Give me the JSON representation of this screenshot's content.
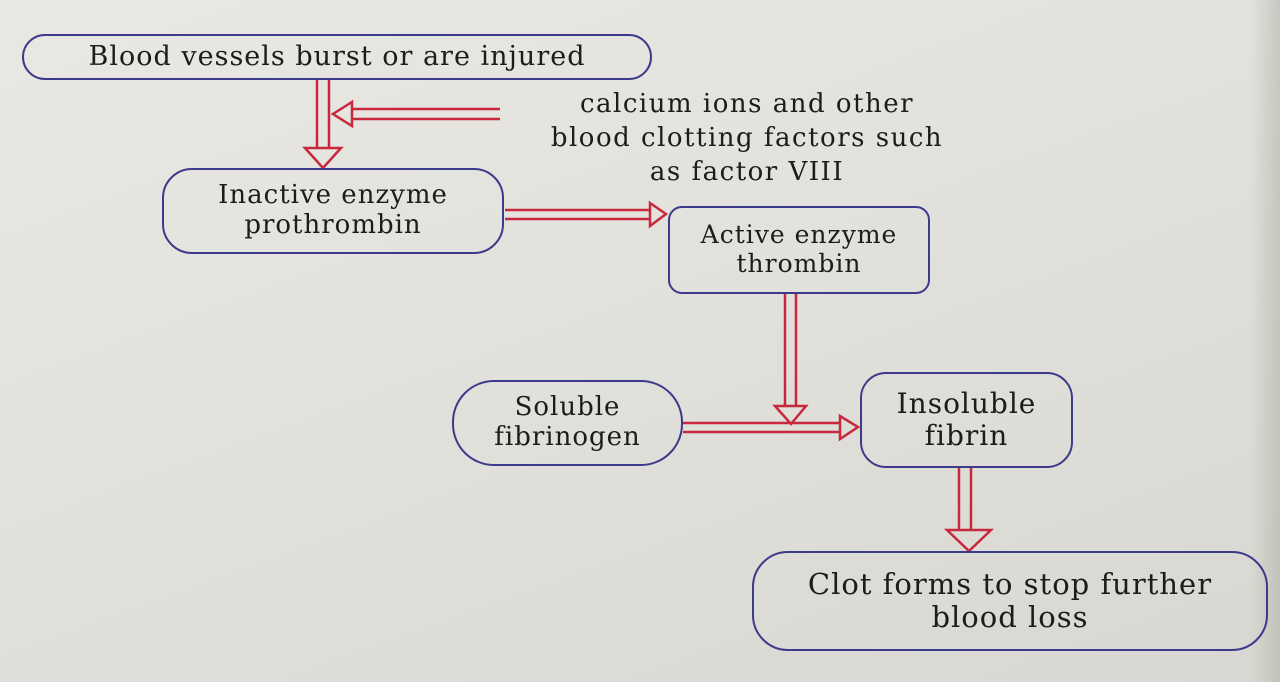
{
  "nodes": {
    "vessel_injury": "Blood vessels burst or are injured",
    "prothrombin": "Inactive enzyme\nprothrombin",
    "thrombin": "Active enzyme\nthrombin",
    "fibrinogen": "Soluble\nfibrinogen",
    "fibrin": "Insoluble\nfibrin",
    "clot": "Clot forms to stop further\nblood loss"
  },
  "annotation": "calcium ions and other\nblood clotting factors such\nas factor VIII",
  "colors": {
    "box_border": "#3c3a8a",
    "arrow": "#c8283c",
    "ink": "#1c1c1c"
  }
}
